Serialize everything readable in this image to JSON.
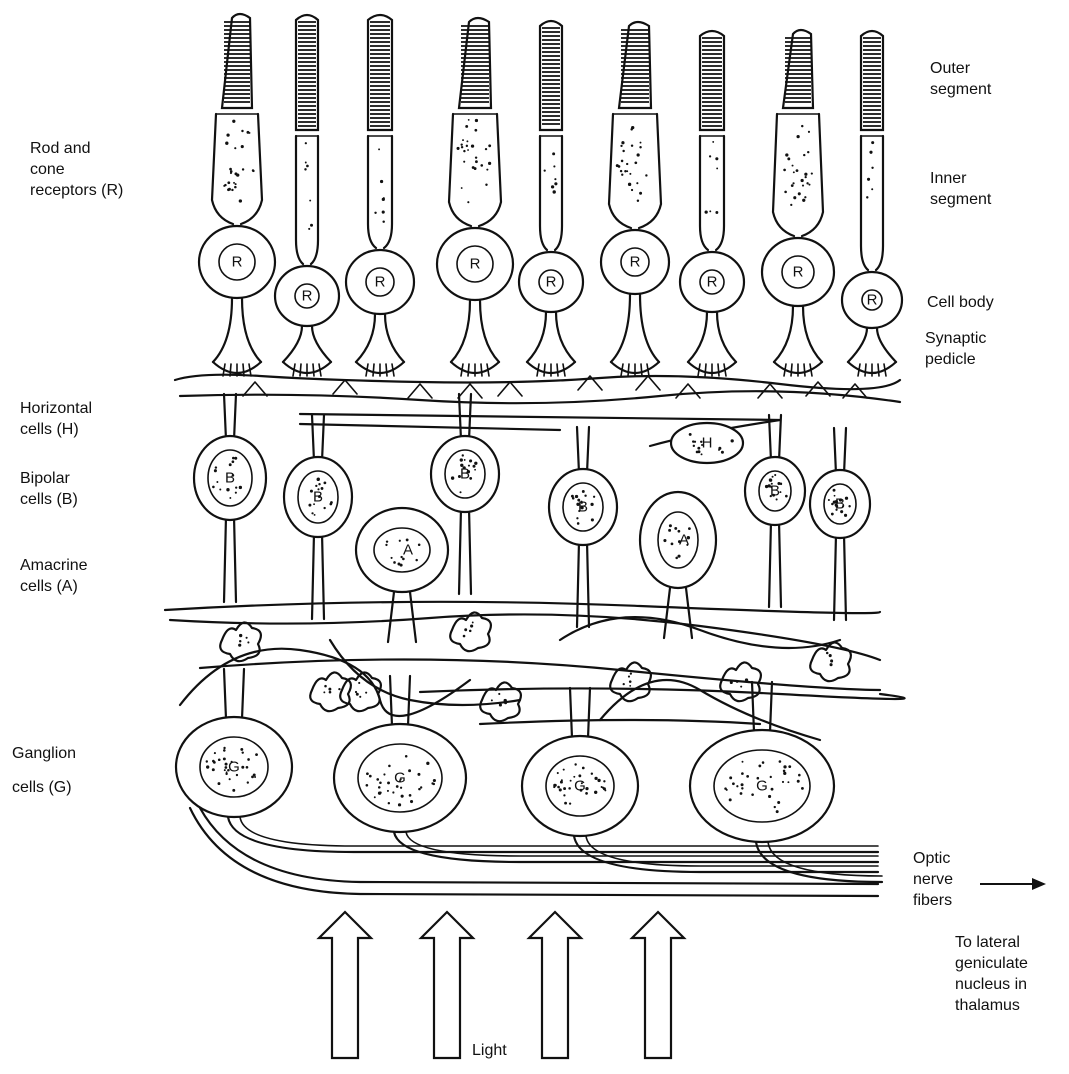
{
  "labels": {
    "receptors": "Rod and\ncone\nreceptors (R)",
    "horizontal": "Horizontal\ncells (H)",
    "bipolar": "Bipolar\ncells (B)",
    "amacrine": "Amacrine\ncells (A)",
    "ganglion": "Ganglion\ncells (G)",
    "outer_segment": "Outer\nsegment",
    "inner_segment": "Inner\nsegment",
    "cell_body": "Cell body",
    "synaptic_pedicle": "Synaptic\npedicle",
    "optic_nerve": "Optic\nnerve\nfibers",
    "to_lgn": "To lateral\ngeniculate\nnucleus in\nthalamus",
    "light": "Light"
  },
  "cell_letters": {
    "receptor": "R",
    "horizontal": "H",
    "bipolar": "B",
    "amacrine": "A",
    "ganglion": "G"
  },
  "colors": {
    "ink": "#111111",
    "paper": "#ffffff"
  }
}
